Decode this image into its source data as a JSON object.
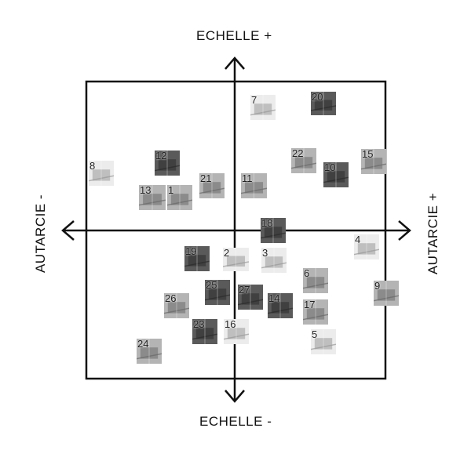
{
  "axes": {
    "top": "ECHELLE +",
    "bottom": "ECHELLE -",
    "left": "AUTARCIE -",
    "right": "AUTARCIE +"
  },
  "items": [
    {
      "label": "7",
      "tone": "light"
    },
    {
      "label": "20",
      "tone": "dark"
    },
    {
      "label": "8",
      "tone": "light"
    },
    {
      "label": "12",
      "tone": "dark"
    },
    {
      "label": "13",
      "tone": "mid"
    },
    {
      "label": "1",
      "tone": "mid"
    },
    {
      "label": "21",
      "tone": "mid"
    },
    {
      "label": "11",
      "tone": "mid"
    },
    {
      "label": "22",
      "tone": "mid"
    },
    {
      "label": "10",
      "tone": "dark"
    },
    {
      "label": "15",
      "tone": "mid"
    },
    {
      "label": "18",
      "tone": "dark"
    },
    {
      "label": "4",
      "tone": "light"
    },
    {
      "label": "19",
      "tone": "dark"
    },
    {
      "label": "2",
      "tone": "light"
    },
    {
      "label": "3",
      "tone": "light"
    },
    {
      "label": "6",
      "tone": "mid"
    },
    {
      "label": "9",
      "tone": "mid"
    },
    {
      "label": "25",
      "tone": "dark"
    },
    {
      "label": "27",
      "tone": "dark"
    },
    {
      "label": "14",
      "tone": "dark"
    },
    {
      "label": "26",
      "tone": "mid"
    },
    {
      "label": "17",
      "tone": "mid"
    },
    {
      "label": "23",
      "tone": "dark"
    },
    {
      "label": "16",
      "tone": "light"
    },
    {
      "label": "5",
      "tone": "light"
    },
    {
      "label": "24",
      "tone": "mid"
    }
  ]
}
